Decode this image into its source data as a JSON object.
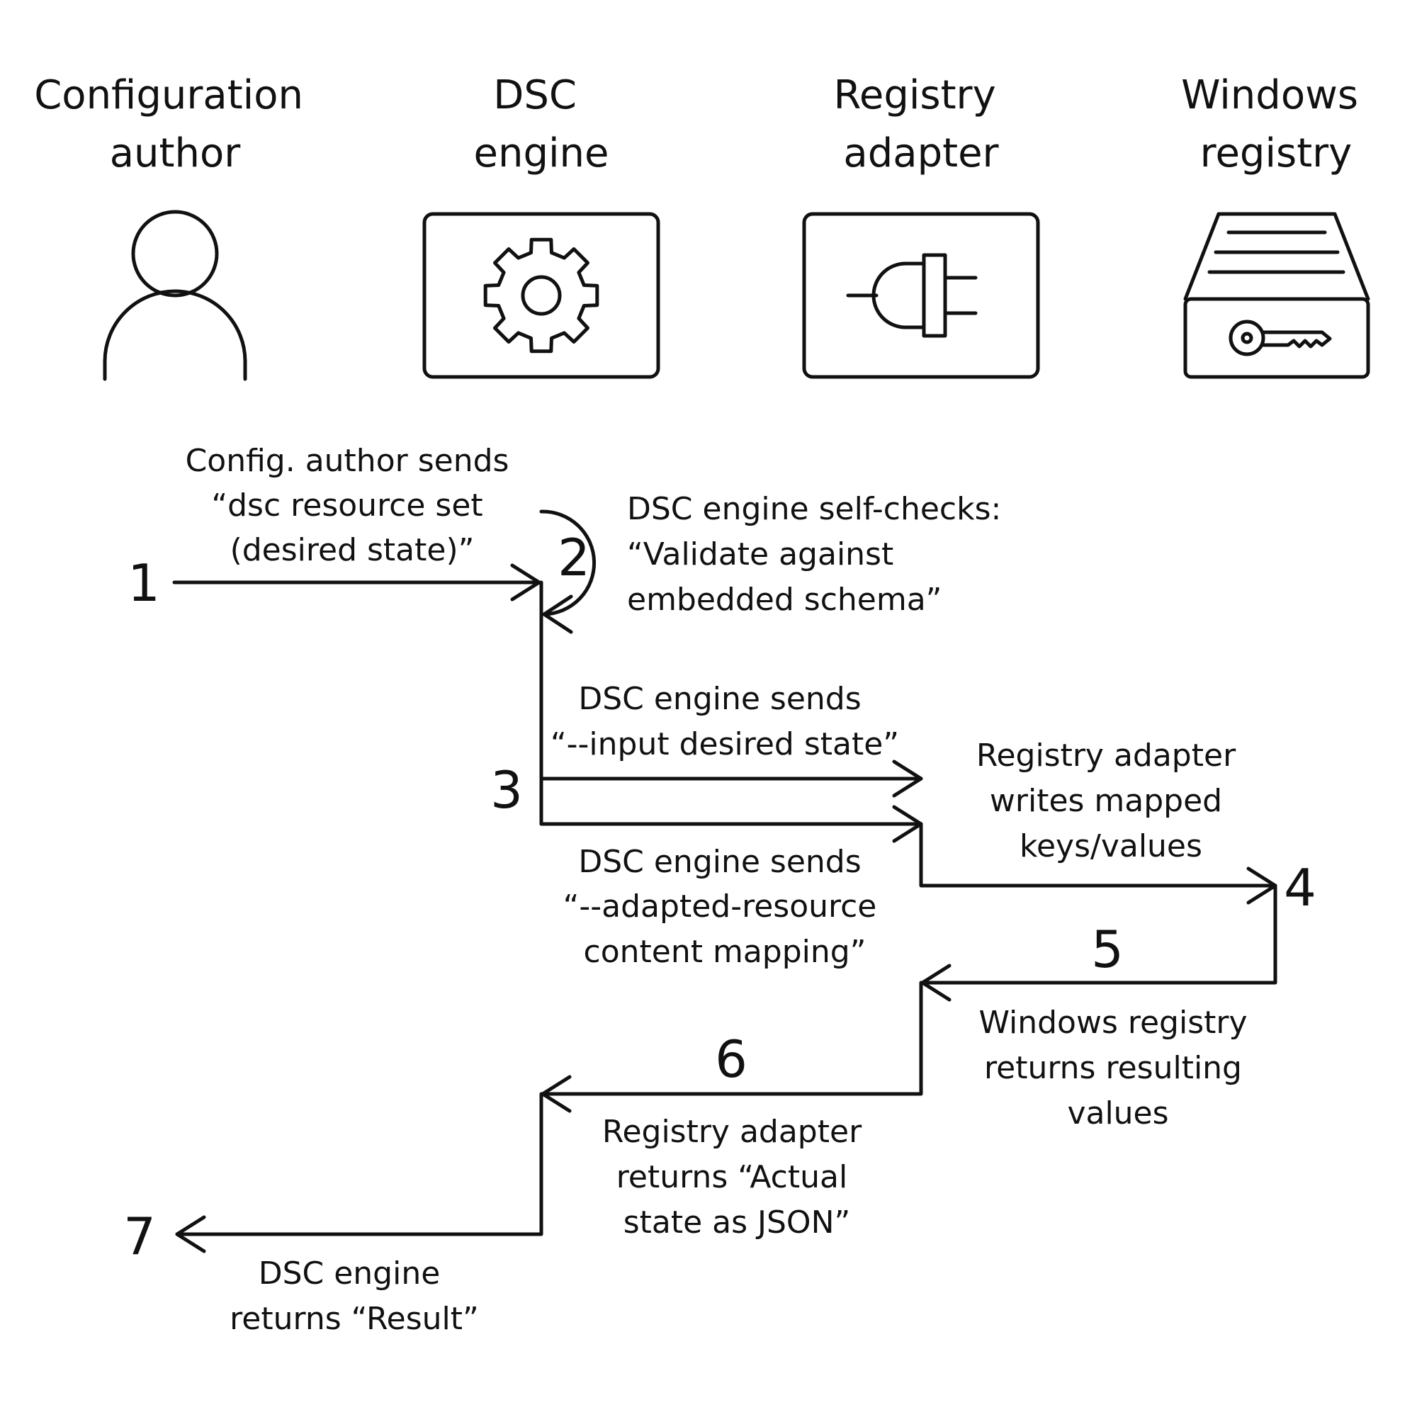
{
  "actors": [
    {
      "icon": "person-icon",
      "lines": [
        "Configuration",
        "author"
      ]
    },
    {
      "icon": "gear-icon",
      "lines": [
        "DSC",
        "engine"
      ]
    },
    {
      "icon": "plug-icon",
      "lines": [
        "Registry",
        "adapter"
      ]
    },
    {
      "icon": "registry-drawer-key-icon",
      "lines": [
        "Windows",
        "registry"
      ]
    }
  ],
  "steps": [
    {
      "number": "1",
      "label": [
        "Config. author sends",
        "“dsc resource set",
        "(desired state)”"
      ]
    },
    {
      "number": "2",
      "label": [
        "DSC engine self-checks:",
        "“Validate against",
        "embedded schema”"
      ]
    },
    {
      "number": "3",
      "label_a": [
        "DSC engine sends",
        "“--input desired state”"
      ],
      "label_b": [
        "DSC engine sends",
        "“--adapted-resource",
        "content mapping”"
      ]
    },
    {
      "number": "4",
      "label": [
        "Registry adapter",
        "writes mapped",
        "keys/values"
      ]
    },
    {
      "number": "5",
      "label": [
        "Windows registry",
        "returns resulting",
        "values"
      ]
    },
    {
      "number": "6",
      "label": [
        "Registry adapter",
        "returns “Actual",
        "state as JSON”"
      ]
    },
    {
      "number": "7",
      "label": [
        "DSC engine",
        "returns “Result”"
      ]
    }
  ]
}
